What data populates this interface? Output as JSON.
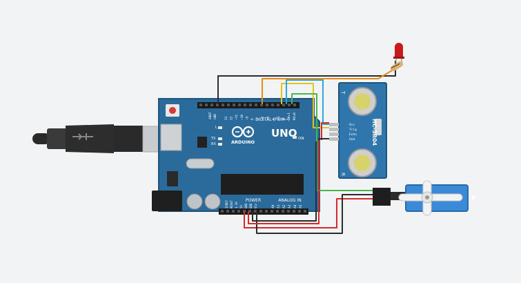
{
  "arduino": {
    "digital_label": "DIGITAL (PWM~)",
    "uno_label": "UNO",
    "brand_label": "ARDUINO",
    "power_label": "POWER",
    "analog_label": "ANALOG IN",
    "on_label": "ON",
    "l_label": "L",
    "tx_label": "TX",
    "rx_label": "RX",
    "aref_label": "AREF",
    "gnd_label": "GND",
    "digital_pins": [
      "13",
      "12",
      "~11",
      "~10",
      "~9",
      "8",
      "7",
      "~6",
      "~5",
      "4",
      "~3",
      "2",
      "TX▸1",
      "RX◂0"
    ],
    "power_pins": [
      "IOREF",
      "RESET",
      "3.3V",
      "5V",
      "GND",
      "GND",
      "Vin"
    ],
    "analog_pins": [
      "A0",
      "A1",
      "A2",
      "A3",
      "A4",
      "A5"
    ]
  },
  "sensor": {
    "model": "HC-SR04",
    "pins": [
      "Vcc",
      "Trig",
      "Echo",
      "Gnd"
    ],
    "label_t": "T",
    "label_r": "R"
  },
  "colors": {
    "background": "#f1f3f4",
    "board": "#2a6b9c",
    "board_edge": "#1e557f",
    "wire_black": "#2b2b2b",
    "wire_red": "#d42a2a",
    "wire_orange": "#e58a16",
    "wire_yellow": "#e8c21a",
    "wire_blue": "#2ba6d6",
    "wire_green": "#49b649",
    "led": "#c81a1a",
    "servo": "#3b8ad8"
  },
  "icons": [
    "usb-cable-icon",
    "led-icon",
    "resistor-icon",
    "servo-icon",
    "ultrasonic-sensor-icon",
    "arduino-logo-icon"
  ]
}
